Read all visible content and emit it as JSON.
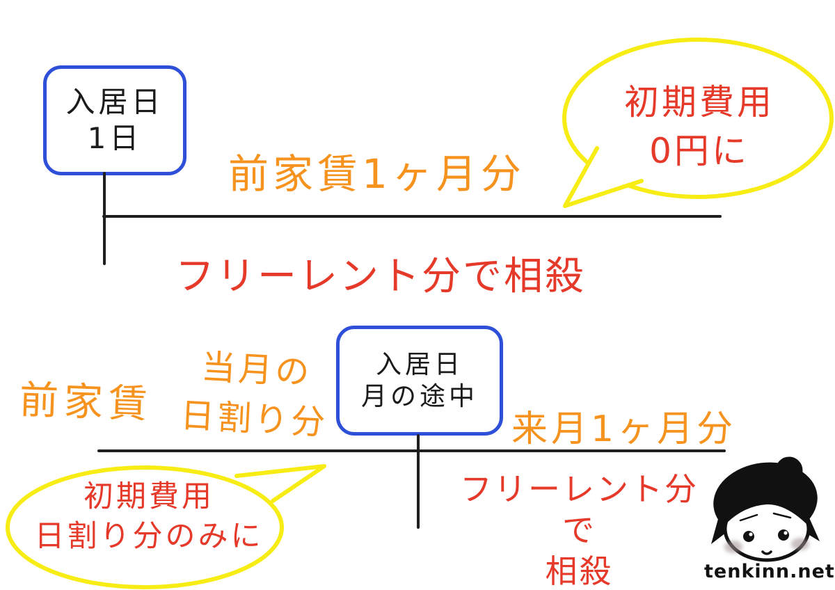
{
  "watermark": "tenkinn.net",
  "colors": {
    "orange_label": "#F6921E",
    "red_label": "#E5392A",
    "bubble_yellow": "#F7EC13",
    "box_blue": "#2E4FD8",
    "ink_black": "#1F1F1F"
  },
  "scenario1": {
    "movein_box": {
      "line1": "入居日",
      "line2": "1日"
    },
    "rent_label": "前家賃1ヶ月分",
    "offset_label": "フリーレント分で相殺",
    "bubble": {
      "line1": "初期費用",
      "line2": "0円に"
    }
  },
  "scenario2": {
    "advance_rent_label": "前家賃",
    "prorated_label": {
      "line1": "当月の",
      "line2": "日割り分"
    },
    "movein_box": {
      "line1": "入居日",
      "line2": "月の途中"
    },
    "next_month_label": "来月1ヶ月分",
    "offset_label": {
      "line1": "フリーレント分で",
      "line2": "相殺"
    },
    "bubble": {
      "line1": "初期費用",
      "line2": "日割り分のみに"
    }
  }
}
